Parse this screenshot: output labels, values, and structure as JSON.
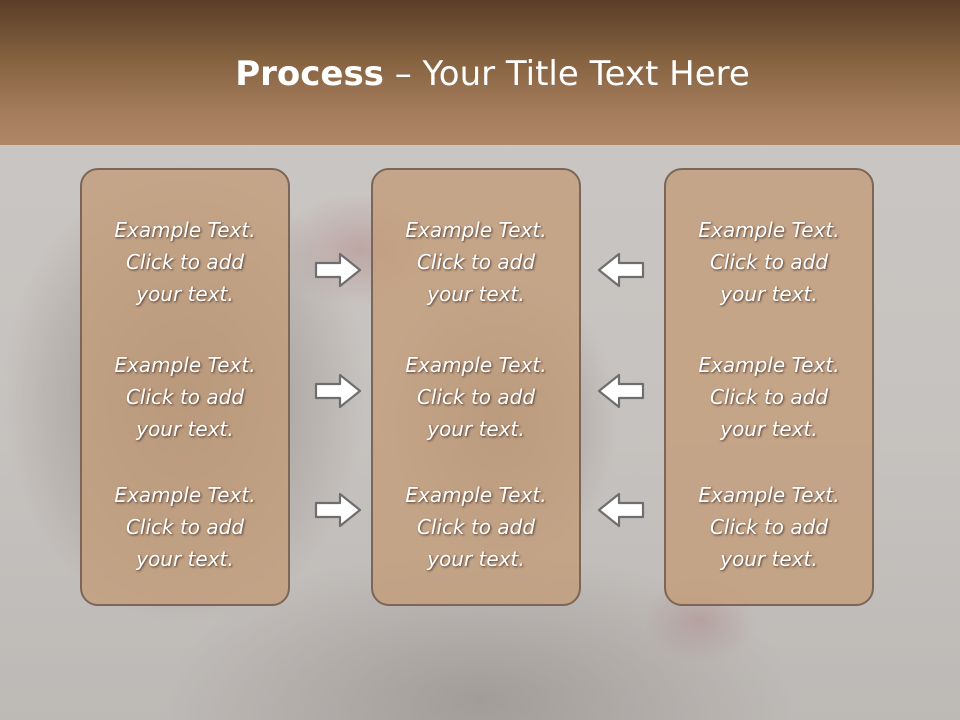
{
  "slide": {
    "title_bold": "Process",
    "title_rest": " – Your Title Text Here",
    "columns": [
      {
        "blocks": [
          {
            "line1": "Example Text.",
            "line2": "Click  to add",
            "line3": "your text."
          },
          {
            "line1": "Example Text.",
            "line2": "Click  to add",
            "line3": "your text."
          },
          {
            "line1": "Example Text.",
            "line2": "Click  to add",
            "line3": "your text."
          }
        ]
      },
      {
        "blocks": [
          {
            "line1": "Example Text.",
            "line2": "Click  to add",
            "line3": "your text."
          },
          {
            "line1": "Example Text.",
            "line2": "Click  to add",
            "line3": "your text."
          },
          {
            "line1": "Example Text.",
            "line2": "Click  to add",
            "line3": "your text."
          }
        ]
      },
      {
        "blocks": [
          {
            "line1": "Example Text.",
            "line2": "Click  to add",
            "line3": "your text."
          },
          {
            "line1": "Example Text.",
            "line2": "Click  to add",
            "line3": "your text."
          },
          {
            "line1": "Example Text.",
            "line2": "Click  to add",
            "line3": "your text."
          }
        ]
      }
    ],
    "arrows": {
      "left_group": "arrow-right-icon",
      "right_group": "arrow-left-icon"
    }
  },
  "colors": {
    "header_dark": "#5a3e29",
    "header_light": "#b08868",
    "box_fill": "#c49c78",
    "box_border": "#7b6658",
    "text": "#ffffff",
    "arrow_fill": "#ffffff",
    "arrow_stroke": "#6e6e6e"
  }
}
